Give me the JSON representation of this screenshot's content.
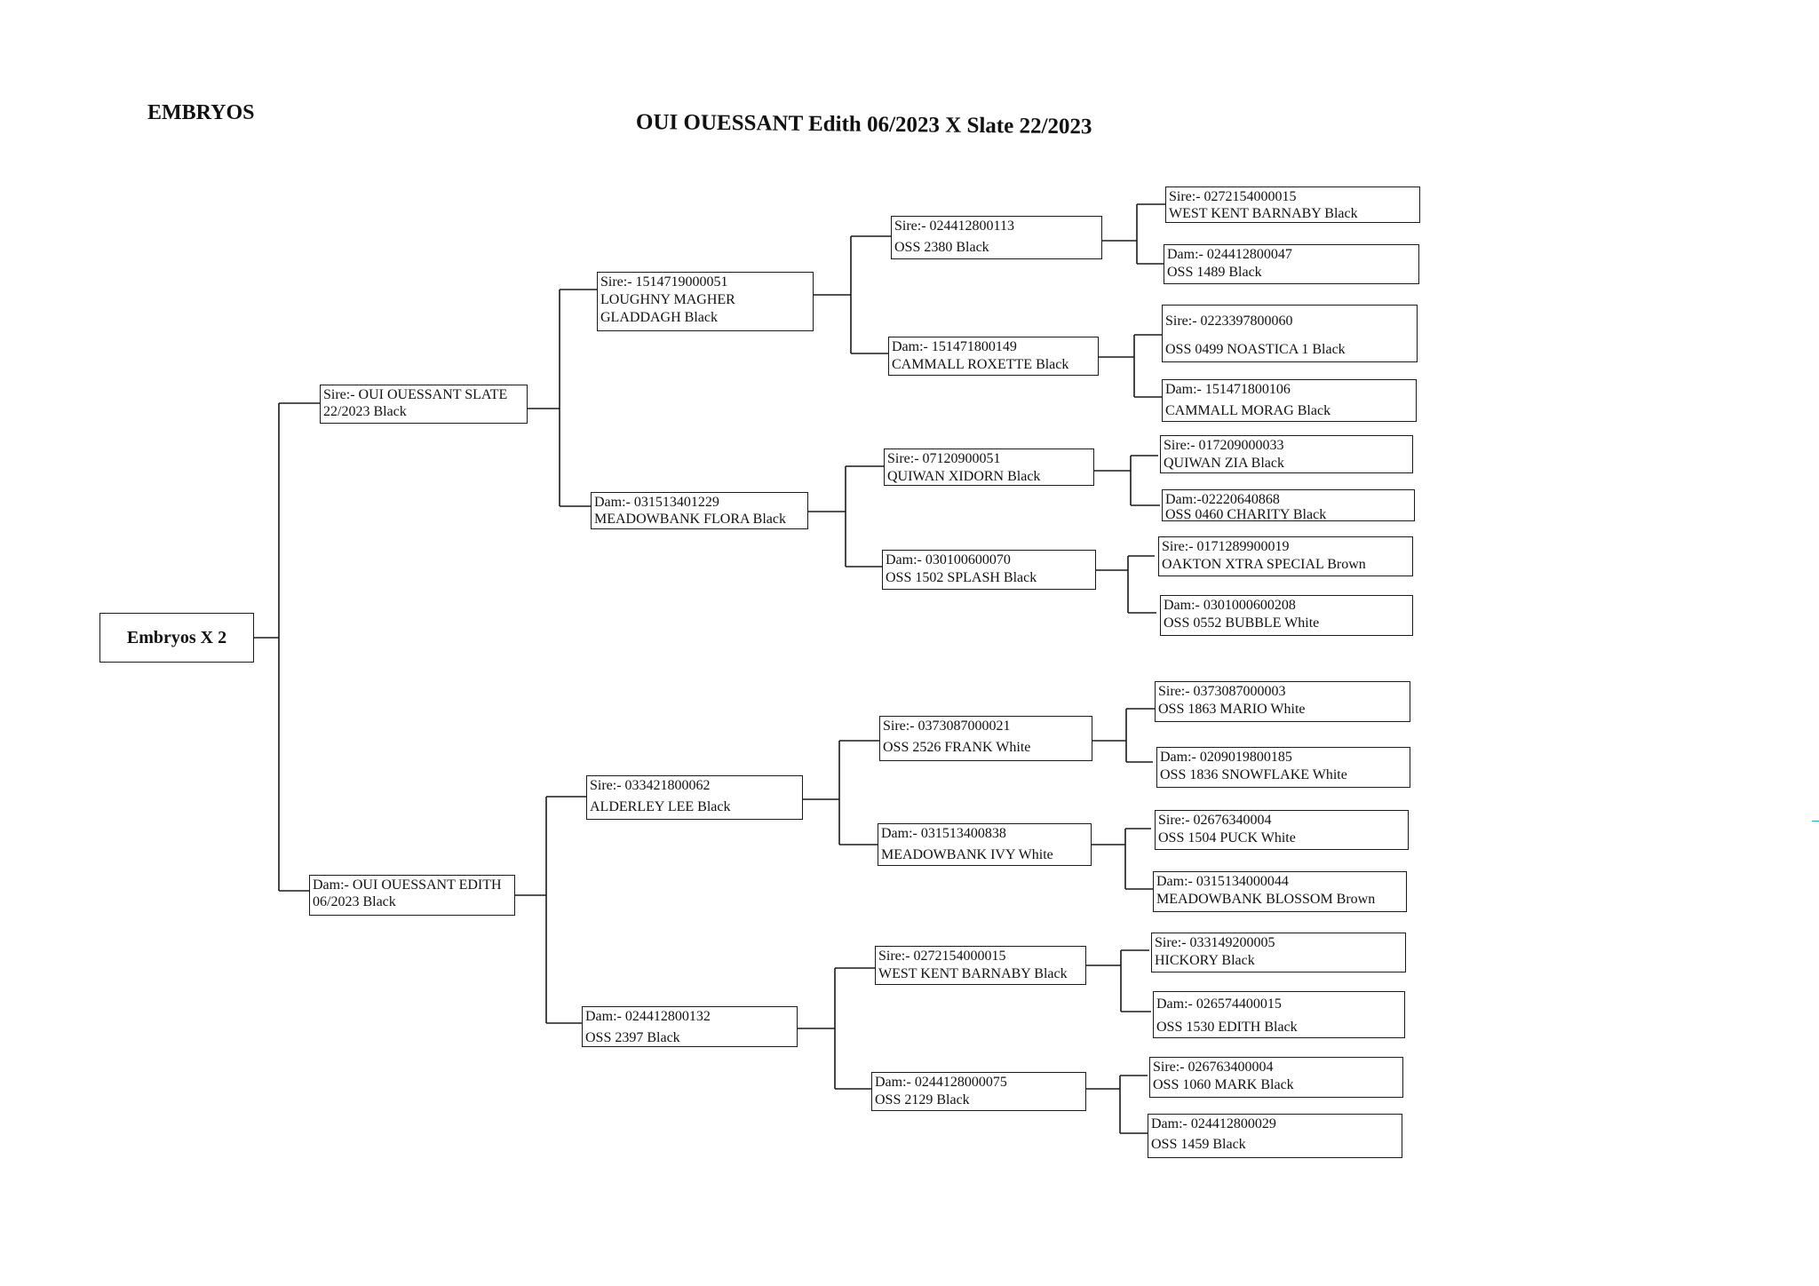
{
  "header": {
    "left_title": "EMBRYOS",
    "main_title": "OUI OUESSANT  Edith 06/2023 X Slate 22/2023"
  },
  "root": {
    "label": "Embryos X 2"
  },
  "pedigree": {
    "sire": {
      "l1": "Sire:- OUI OUESSANT SLATE",
      "l2": "22/2023  Black",
      "sire": {
        "l1": "Sire:- 1514719000051",
        "l2": "LOUGHNY MAGHER",
        "l3": "GLADDAGH  Black",
        "sire": {
          "l1": "Sire:- 024412800113",
          "l2": "OSS 2380  Black",
          "sire": {
            "l1": "Sire:- 0272154000015",
            "l2": "WEST KENT BARNABY Black"
          },
          "dam": {
            "l1": "Dam:- 024412800047",
            "l2": "OSS 1489 Black"
          }
        },
        "dam": {
          "l1": "Dam:- 151471800149",
          "l2": "CAMMALL ROXETTE Black",
          "sire": {
            "l1": "Sire:- 0223397800060",
            "l2": "OSS 0499 NOASTICA 1 Black"
          },
          "dam": {
            "l1": "Dam:- 151471800106",
            "l2": "CAMMALL MORAG  Black"
          }
        }
      },
      "dam": {
        "l1": "Dam:- 031513401229",
        "l2": "MEADOWBANK FLORA  Black",
        "sire": {
          "l1": "Sire:- 07120900051",
          "l2": "QUIWAN XIDORN  Black",
          "sire": {
            "l1": "Sire:- 017209000033",
            "l2": "QUIWAN ZIA  Black"
          },
          "dam": {
            "l1": "Dam:-02220640868",
            "l2": "OSS 0460 CHARITY  Black"
          }
        },
        "dam": {
          "l1": "Dam:- 030100600070",
          "l2": "OSS 1502 SPLASH  Black",
          "sire": {
            "l1": "Sire:- 0171289900019",
            "l2": "OAKTON XTRA SPECIAL  Brown"
          },
          "dam": {
            "l1": "Dam:- 0301000600208",
            "l2": "OSS 0552 BUBBLE  White"
          }
        }
      }
    },
    "dam": {
      "l1": "Dam:- OUI OUESSANT EDITH",
      "l2": "06/2023 Black",
      "sire": {
        "l1": "Sire:- 033421800062",
        "l2": "ALDERLEY LEE Black",
        "sire": {
          "l1": "Sire:- 0373087000021",
          "l2": " OSS 2526  FRANK  White",
          "sire": {
            "l1": "Sire:-  0373087000003",
            "l2": "OSS 1863 MARIO  White"
          },
          "dam": {
            "l1": "Dam:- 0209019800185",
            "l2": "OSS 1836 SNOWFLAKE  White"
          }
        },
        "dam": {
          "l1": "Dam:- 031513400838",
          "l2": "MEADOWBANK IVY White",
          "sire": {
            "l1": "Sire:- 02676340004",
            "l2": "OSS 1504  PUCK White"
          },
          "dam": {
            "l1": "Dam:- 0315134000044",
            "l2": "MEADOWBANK BLOSSOM  Brown"
          }
        }
      },
      "dam": {
        "l1": "Dam:- 024412800132",
        "l2": "OSS 2397  Black",
        "sire": {
          "l1": "Sire:- 0272154000015",
          "l2": "WEST KENT BARNABY Black",
          "sire": {
            "l1": "Sire:- 033149200005",
            "l2": "HICKORY  Black"
          },
          "dam": {
            "l1": "Dam:- 026574400015",
            "l2": "OSS 1530  EDITH  Black"
          }
        },
        "dam": {
          "l1": "Dam:- 0244128000075",
          "l2": "OSS 2129 Black",
          "sire": {
            "l1": "Sire:- 026763400004",
            "l2": "OSS 1060  MARK  Black"
          },
          "dam": {
            "l1": "Dam:- 024412800029",
            "l2": "OSS 1459  Black"
          }
        }
      }
    }
  }
}
